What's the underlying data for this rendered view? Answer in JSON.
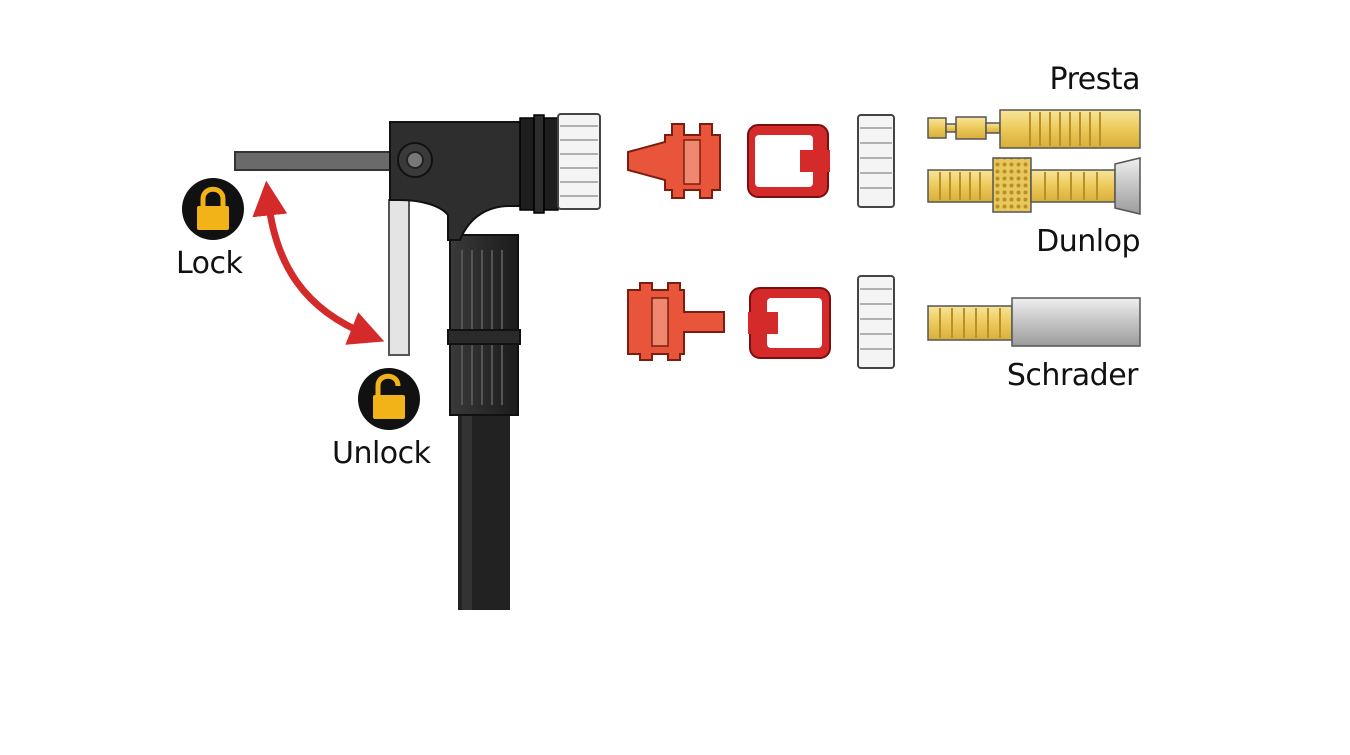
{
  "labels": {
    "lock": "Lock",
    "unlock": "Unlock",
    "presta": "Presta",
    "dunlop": "Dunlop",
    "schrader": "Schrader"
  },
  "icons": {
    "lock": "padlock-closed-icon",
    "unlock": "padlock-open-icon",
    "arrow": "double-headed-curved-arrow"
  },
  "colors": {
    "body": "#2b2b2b",
    "accent_red": "#d42a2a",
    "orange_part": "#e05a3c",
    "brass": "#f0d36a",
    "silver": "#c9c9c9",
    "white_ring": "#f4f4f4",
    "icon_bg": "#111111",
    "icon_gold": "#f2b318"
  }
}
